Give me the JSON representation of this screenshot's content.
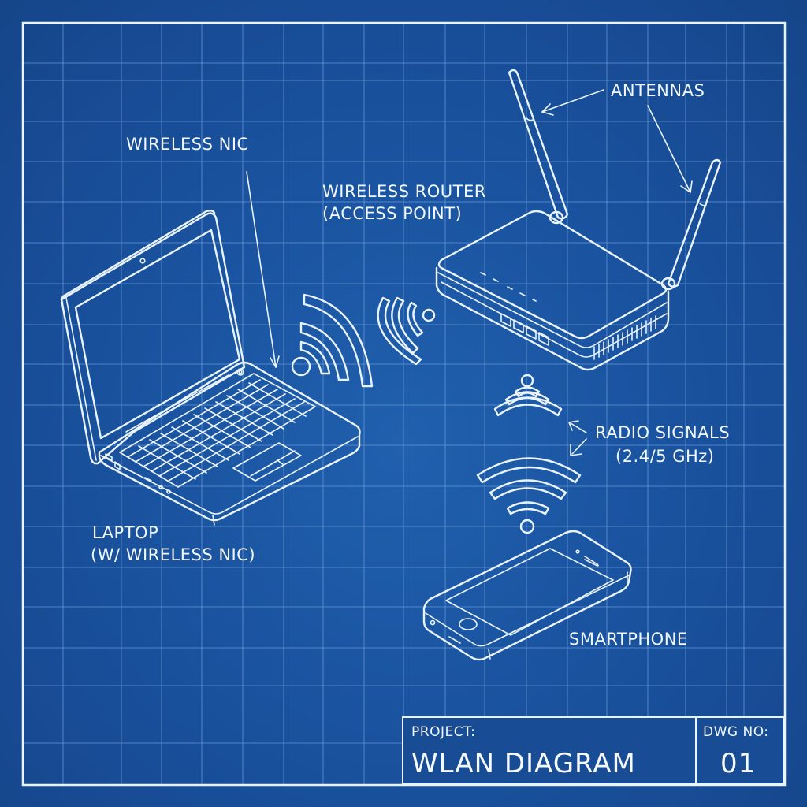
{
  "diagram": {
    "type": "blueprint",
    "background_color": "#1a53a0",
    "grid_color": "#6c9ddb",
    "line_color": "#eaf4ff"
  },
  "labels": {
    "wireless_nic": "WIRELESS NIC",
    "router_line1": "WIRELESS ROUTER",
    "router_line2": "(ACCESS POINT)",
    "antennas": "ANTENNAS",
    "radio_line1": "RADIO SIGNALS",
    "radio_line2": "(2.4/5 GHz)",
    "laptop_line1": "LAPTOP",
    "laptop_line2": "(W/ WIRELESS NIC)",
    "smartphone": "SMARTPHONE"
  },
  "title_block": {
    "project_label": "PROJECT:",
    "project_value": "WLAN DIAGRAM",
    "dwg_label": "DWG NO:",
    "dwg_value": "01"
  },
  "components": [
    {
      "name": "Laptop",
      "note": "w/ wireless NIC"
    },
    {
      "name": "Wireless Router",
      "note": "Access Point, 2 antennas, 4 LAN ports"
    },
    {
      "name": "Smartphone",
      "note": ""
    }
  ],
  "connections": [
    {
      "from": "Laptop",
      "to": "Wireless Router",
      "medium": "Radio signals"
    },
    {
      "from": "Wireless Router",
      "to": "Smartphone",
      "medium": "Radio signals (2.4/5 GHz)"
    }
  ]
}
